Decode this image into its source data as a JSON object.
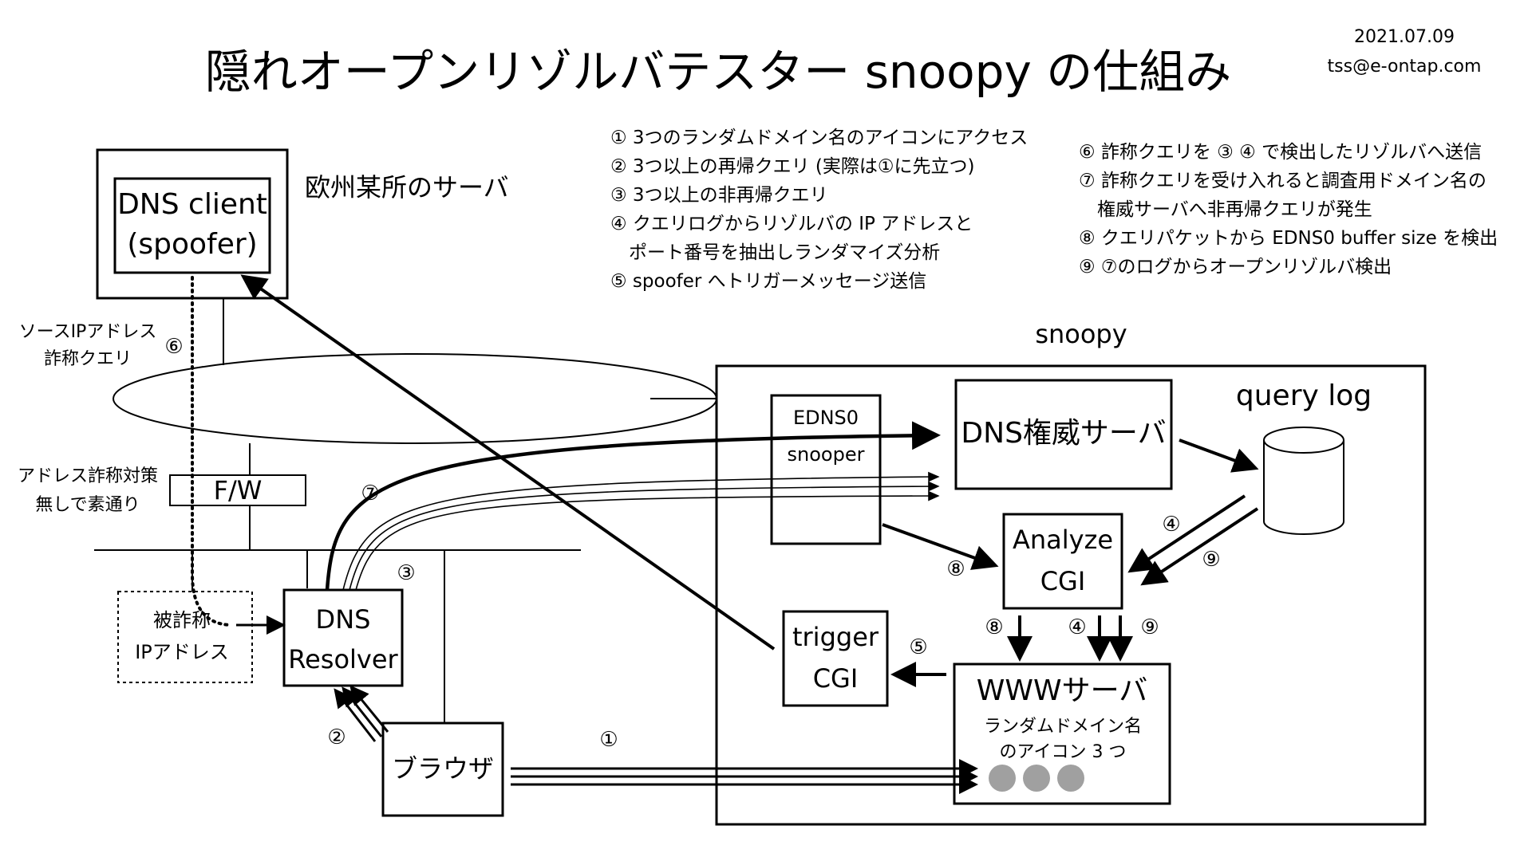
{
  "date": "2021.07.09",
  "author": "tss@e-ontap.com",
  "title": "隠れオープンリゾルバテスター snoopy の仕組み",
  "steps_left": [
    "① 3つのランダムドメイン名のアイコンにアクセス",
    "② 3つ以上の再帰クエリ (実際は①に先立つ)",
    "③ 3つ以上の非再帰クエリ",
    "④ クエリログからリゾルバの IP アドレスと",
    "　ポート番号を抽出しランダマイズ分析",
    "⑤ spoofer へトリガーメッセージ送信"
  ],
  "steps_right": [
    "⑥ 詐称クエリを ③ ④ で検出したリゾルバへ送信",
    "⑦ 詐称クエリを受け入れると調査用ドメイン名の",
    "　権威サーバへ非再帰クエリが発生",
    "⑧ クエリパケットから EDNS0 buffer size を検出",
    "⑨ ⑦のログからオープンリゾルバ検出"
  ],
  "dns_client": {
    "line1": "DNS client",
    "line2": "(spoofer)"
  },
  "europe_server": "欧州某所のサーバ",
  "spoof_label": {
    "line1": "ソースIPアドレス",
    "line2": "詐称クエリ"
  },
  "fw": "F/W",
  "fw_note": {
    "line1": "アドレス詐称対策",
    "line2": "無しで素通り"
  },
  "victim": {
    "line1": "被詐称",
    "line2": "IPアドレス"
  },
  "resolver": {
    "line1": "DNS",
    "line2": "Resolver"
  },
  "browser": "ブラウザ",
  "snoopy_label": "snoopy",
  "edns": {
    "line1": "EDNS0",
    "line2": "snooper"
  },
  "auth": "DNS権威サーバ",
  "query_log": "query log",
  "analyze": {
    "line1": "Analyze",
    "line2": "CGI"
  },
  "trigger": {
    "line1": "trigger",
    "line2": "CGI"
  },
  "www": "WWWサーバ",
  "icons_label": {
    "line1": "ランダムドメイン名",
    "line2": "のアイコン 3 つ"
  },
  "markers": {
    "m1": "①",
    "m2": "②",
    "m3": "③",
    "m4a": "④",
    "m4b": "④",
    "m5": "⑤",
    "m6": "⑥",
    "m7": "⑦",
    "m8a": "⑧",
    "m8b": "⑧",
    "m9a": "⑨",
    "m9b": "⑨"
  }
}
